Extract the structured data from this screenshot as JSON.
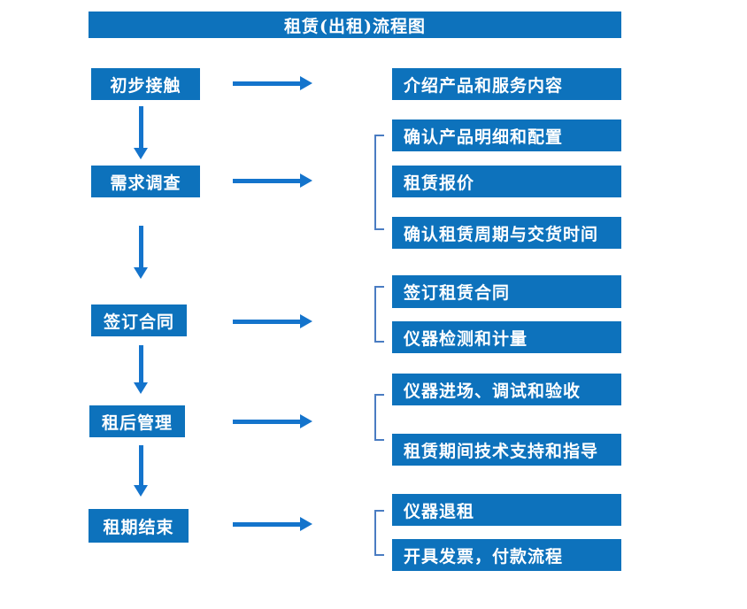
{
  "title": "租赁(出租)流程图",
  "colors": {
    "box": "#0D72BC",
    "arrow": "#1474CC",
    "bracket": "#4A7CC2",
    "text": "#FFFFFF",
    "bg": "#FFFFFF"
  },
  "steps": [
    {
      "label": "初步接触"
    },
    {
      "label": "需求调查"
    },
    {
      "label": "签订合同"
    },
    {
      "label": "租后管理"
    },
    {
      "label": "租期结束"
    }
  ],
  "details": [
    {
      "label": "介绍产品和服务内容",
      "step": "初步接触"
    },
    {
      "label": "确认产品明细和配置",
      "step": "需求调查"
    },
    {
      "label": "租赁报价",
      "step": "需求调查"
    },
    {
      "label": "确认租赁周期与交货时间",
      "step": "需求调查"
    },
    {
      "label": "签订租赁合同",
      "step": "签订合同"
    },
    {
      "label": "仪器检测和计量",
      "step": "签订合同"
    },
    {
      "label": "仪器进场、调试和验收",
      "step": "租后管理"
    },
    {
      "label": "租赁期间技术支持和指导",
      "step": "租后管理"
    },
    {
      "label": "仪器退租",
      "step": "租期结束"
    },
    {
      "label": "开具发票，付款流程",
      "step": "租期结束"
    }
  ]
}
